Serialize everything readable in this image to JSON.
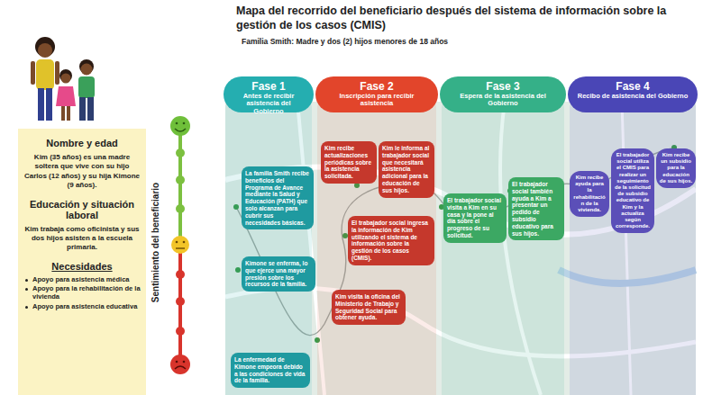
{
  "diagram": {
    "title": "Mapa del recorrido del beneficiario después del sistema de información sobre la gestión de los casos (CMIS)",
    "nodes": [
      {
        "text": [
          "Nombre y edad",
          "Kim (35 años) es una madre soltera que vive con su hijo Carlos (12 años) y su hija Kimone (9 años).",
          "Educación y situación laboral",
          "Kim trabaja como oficinista y sus dos hijos asisten a la escuela primaria.",
          "Necesidades",
          "Apoyo para asistencia médica",
          "Apoyo para la rehabilitación de la vivienda",
          "Apoyo para asistencia educativa"
        ]
      },
      {
        "text": [
          "Fase 1",
          "Antes de recibir asistencia del Gobierno"
        ]
      },
      {
        "text": [
          "La familia Smith recibe beneficios del Programa de Avance mediante la Salud y Educación (PATH) que solo alcanzan para cubrir sus necesidades básicas."
        ],
        "in": 1
      },
      {
        "text": [
          "Kimone se enferma, lo que ejerce una mayor presión sobre los recursos de la familia."
        ],
        "in": 1
      },
      {
        "text": [
          "La enfermedad de Kimone empeora debido a las condiciones de vida de la familia."
        ],
        "in": 1
      },
      {
        "text": [
          "Fase 2",
          "Inscripción para recibir asistencia"
        ]
      },
      {
        "text": [
          "Kim recibe actualizaciones periódicas sobre la asistencia solicitada."
        ],
        "in": 5
      },
      {
        "text": [
          "Kim le informa al trabajador social que necesitará asistencia adicional para la educación de sus hijos."
        ],
        "in": 5
      },
      {
        "text": [
          "El trabajador social ingresa la información de Kim utilizando el sistema de información sobre la gestión de los casos (CMIS)."
        ],
        "in": 5
      },
      {
        "text": [
          "Kim visita la oficina del Ministerio de Trabajo y Seguridad Social para obtener ayuda."
        ],
        "in": 5
      },
      {
        "text": [
          "Fase 3",
          "Espera de la asistencia del Gobierno"
        ]
      },
      {
        "text": [
          "El trabajador social visita a Kim en su casa y la pone al día sobre el progreso de su solicitud."
        ],
        "in": 10
      },
      {
        "text": [
          "El trabajador social también ayuda a Kim a presentar un pedido de subsidio educativo para sus hijos."
        ],
        "in": 10
      },
      {
        "text": [
          "Fase 4",
          "Recibo de asistencia del Gobierno"
        ]
      },
      {
        "text": [
          "Kim recibe ayuda para la rehabilitación de la vivienda."
        ],
        "in": 13
      },
      {
        "text": [
          "El trabajador social utiliza el CMIS para realizar un seguimiento de la solicitud de subsidio educativo de Kim y la actualiza según corresponde."
        ],
        "in": 13
      },
      {
        "text": [
          "Kim recibe un subsidio para la educación de sus hijos."
        ],
        "in": 13
      }
    ],
    "labels": [
      "Familia Smith: Madre y dos (2) hijos menores de 18 años",
      "Sentimiento del beneficiario"
    ]
  }
}
